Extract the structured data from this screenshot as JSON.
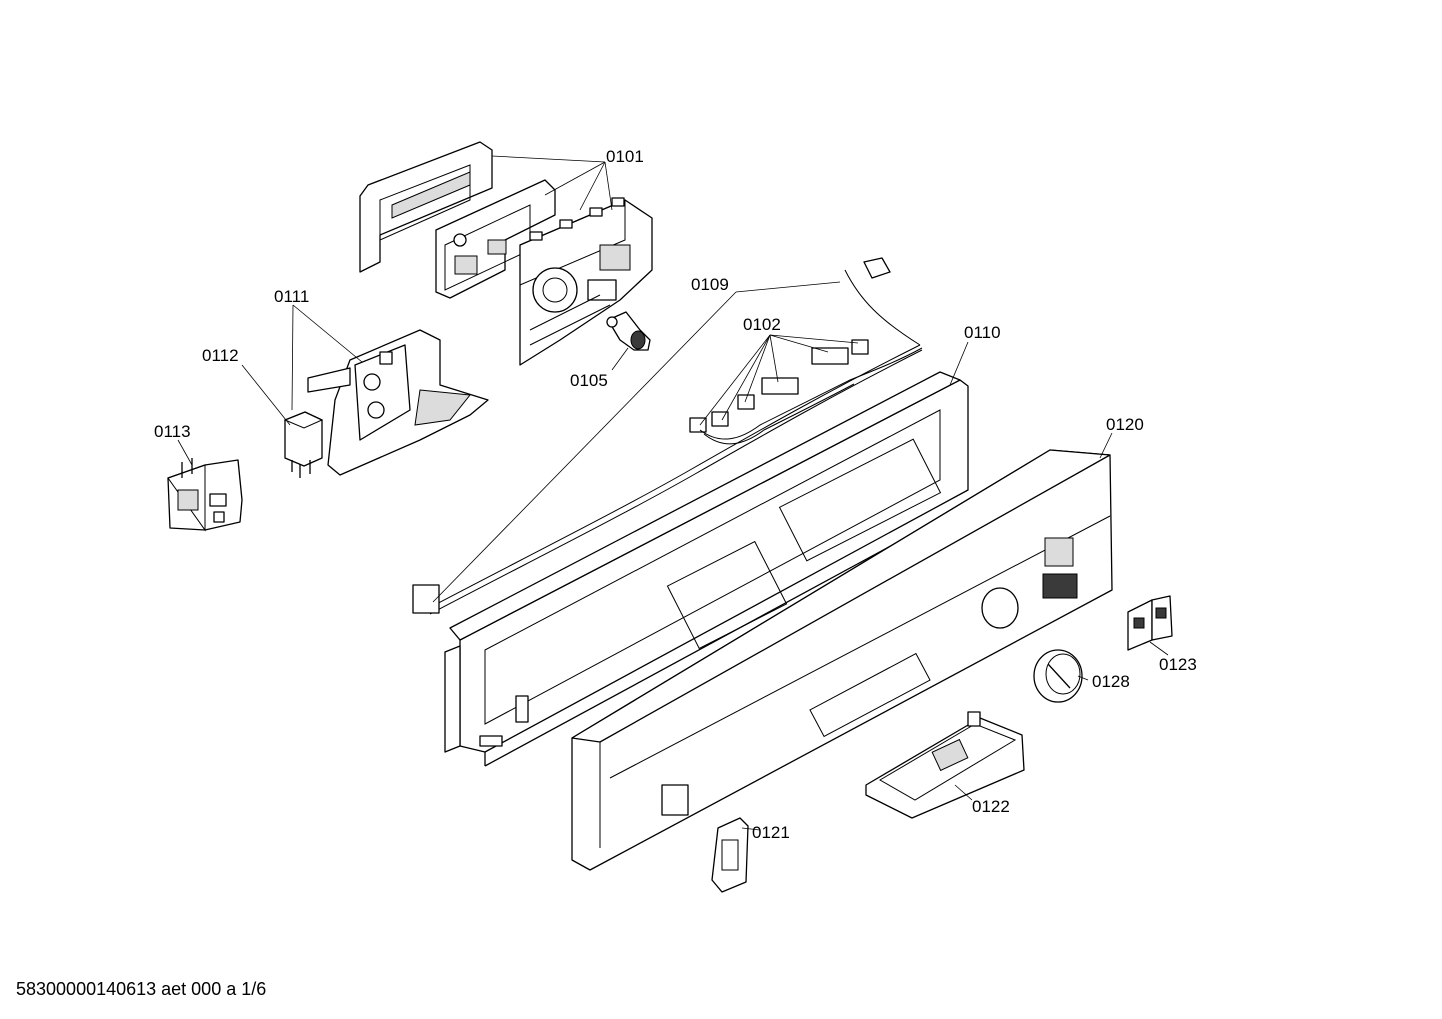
{
  "diagram": {
    "labels": {
      "p0101": "0101",
      "p0102": "0102",
      "p0105": "0105",
      "p0109": "0109",
      "p0110": "0110",
      "p0111": "0111",
      "p0112": "0112",
      "p0113": "0113",
      "p0120": "0120",
      "p0121": "0121",
      "p0122": "0122",
      "p0123": "0123",
      "p0128": "0128"
    }
  },
  "footer": {
    "document_code": "58300000140613 aet 000 a 1/6"
  }
}
